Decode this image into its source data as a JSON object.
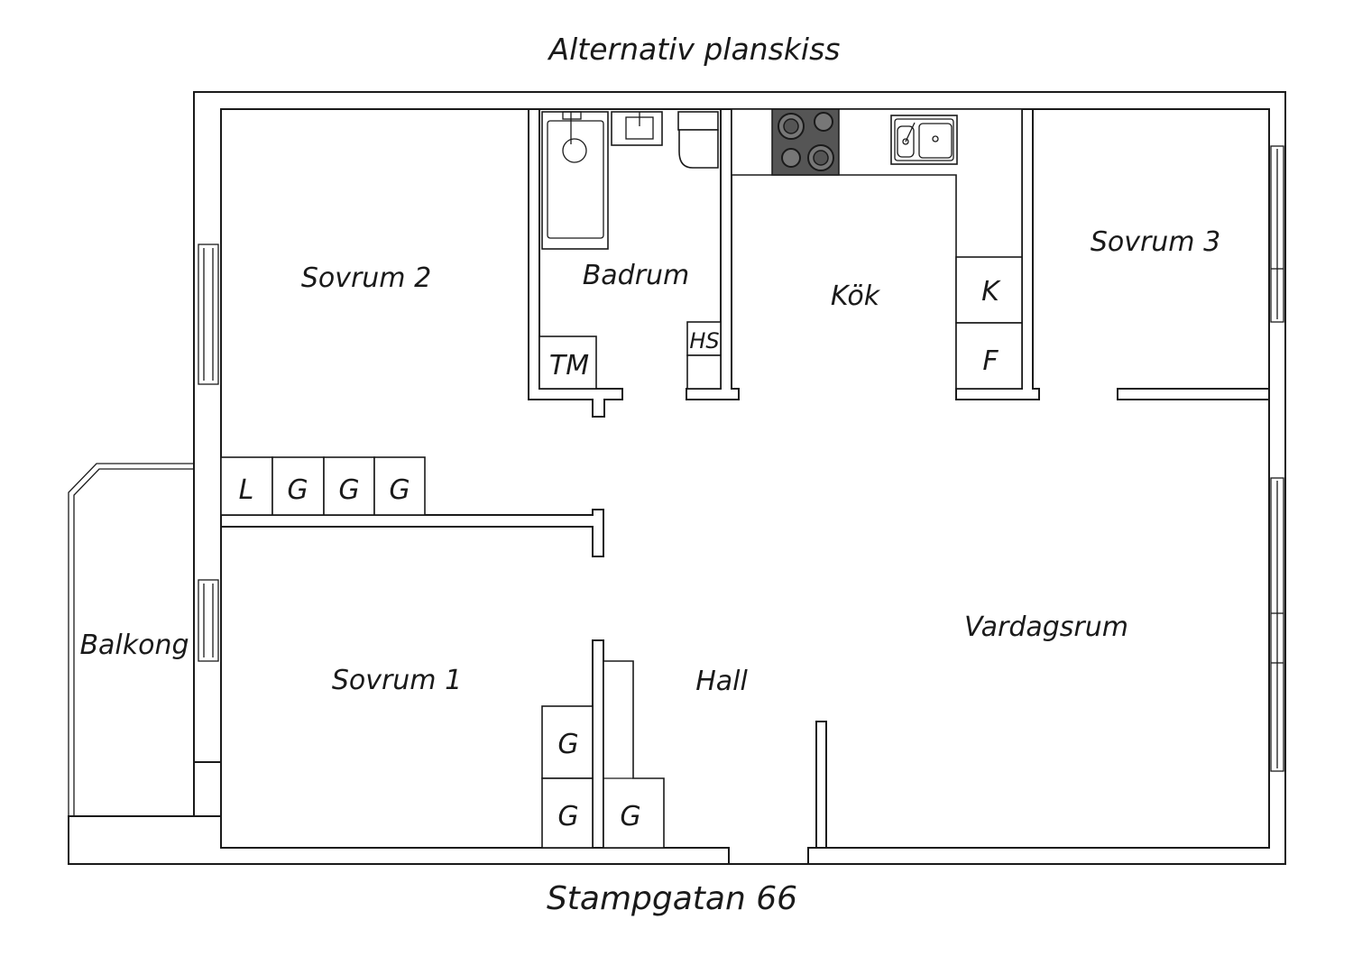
{
  "title": "Alternativ planskiss",
  "address": "Stampgatan 66",
  "rooms": {
    "bedroom1": "Sovrum 1",
    "bedroom2": "Sovrum 2",
    "bedroom3": "Sovrum 3",
    "bathroom": "Badrum",
    "kitchen": "Kök",
    "living": "Vardagsrum",
    "hall": "Hall",
    "balcony": "Balkong"
  },
  "storage": {
    "linen": "L",
    "wardrobe": "G",
    "washer": "TM",
    "hall_cabinet": "HS",
    "fridge": "K",
    "freezer": "F"
  },
  "colors": {
    "line": "#1a1a1a",
    "stove": "#555555",
    "background": "#ffffff"
  }
}
